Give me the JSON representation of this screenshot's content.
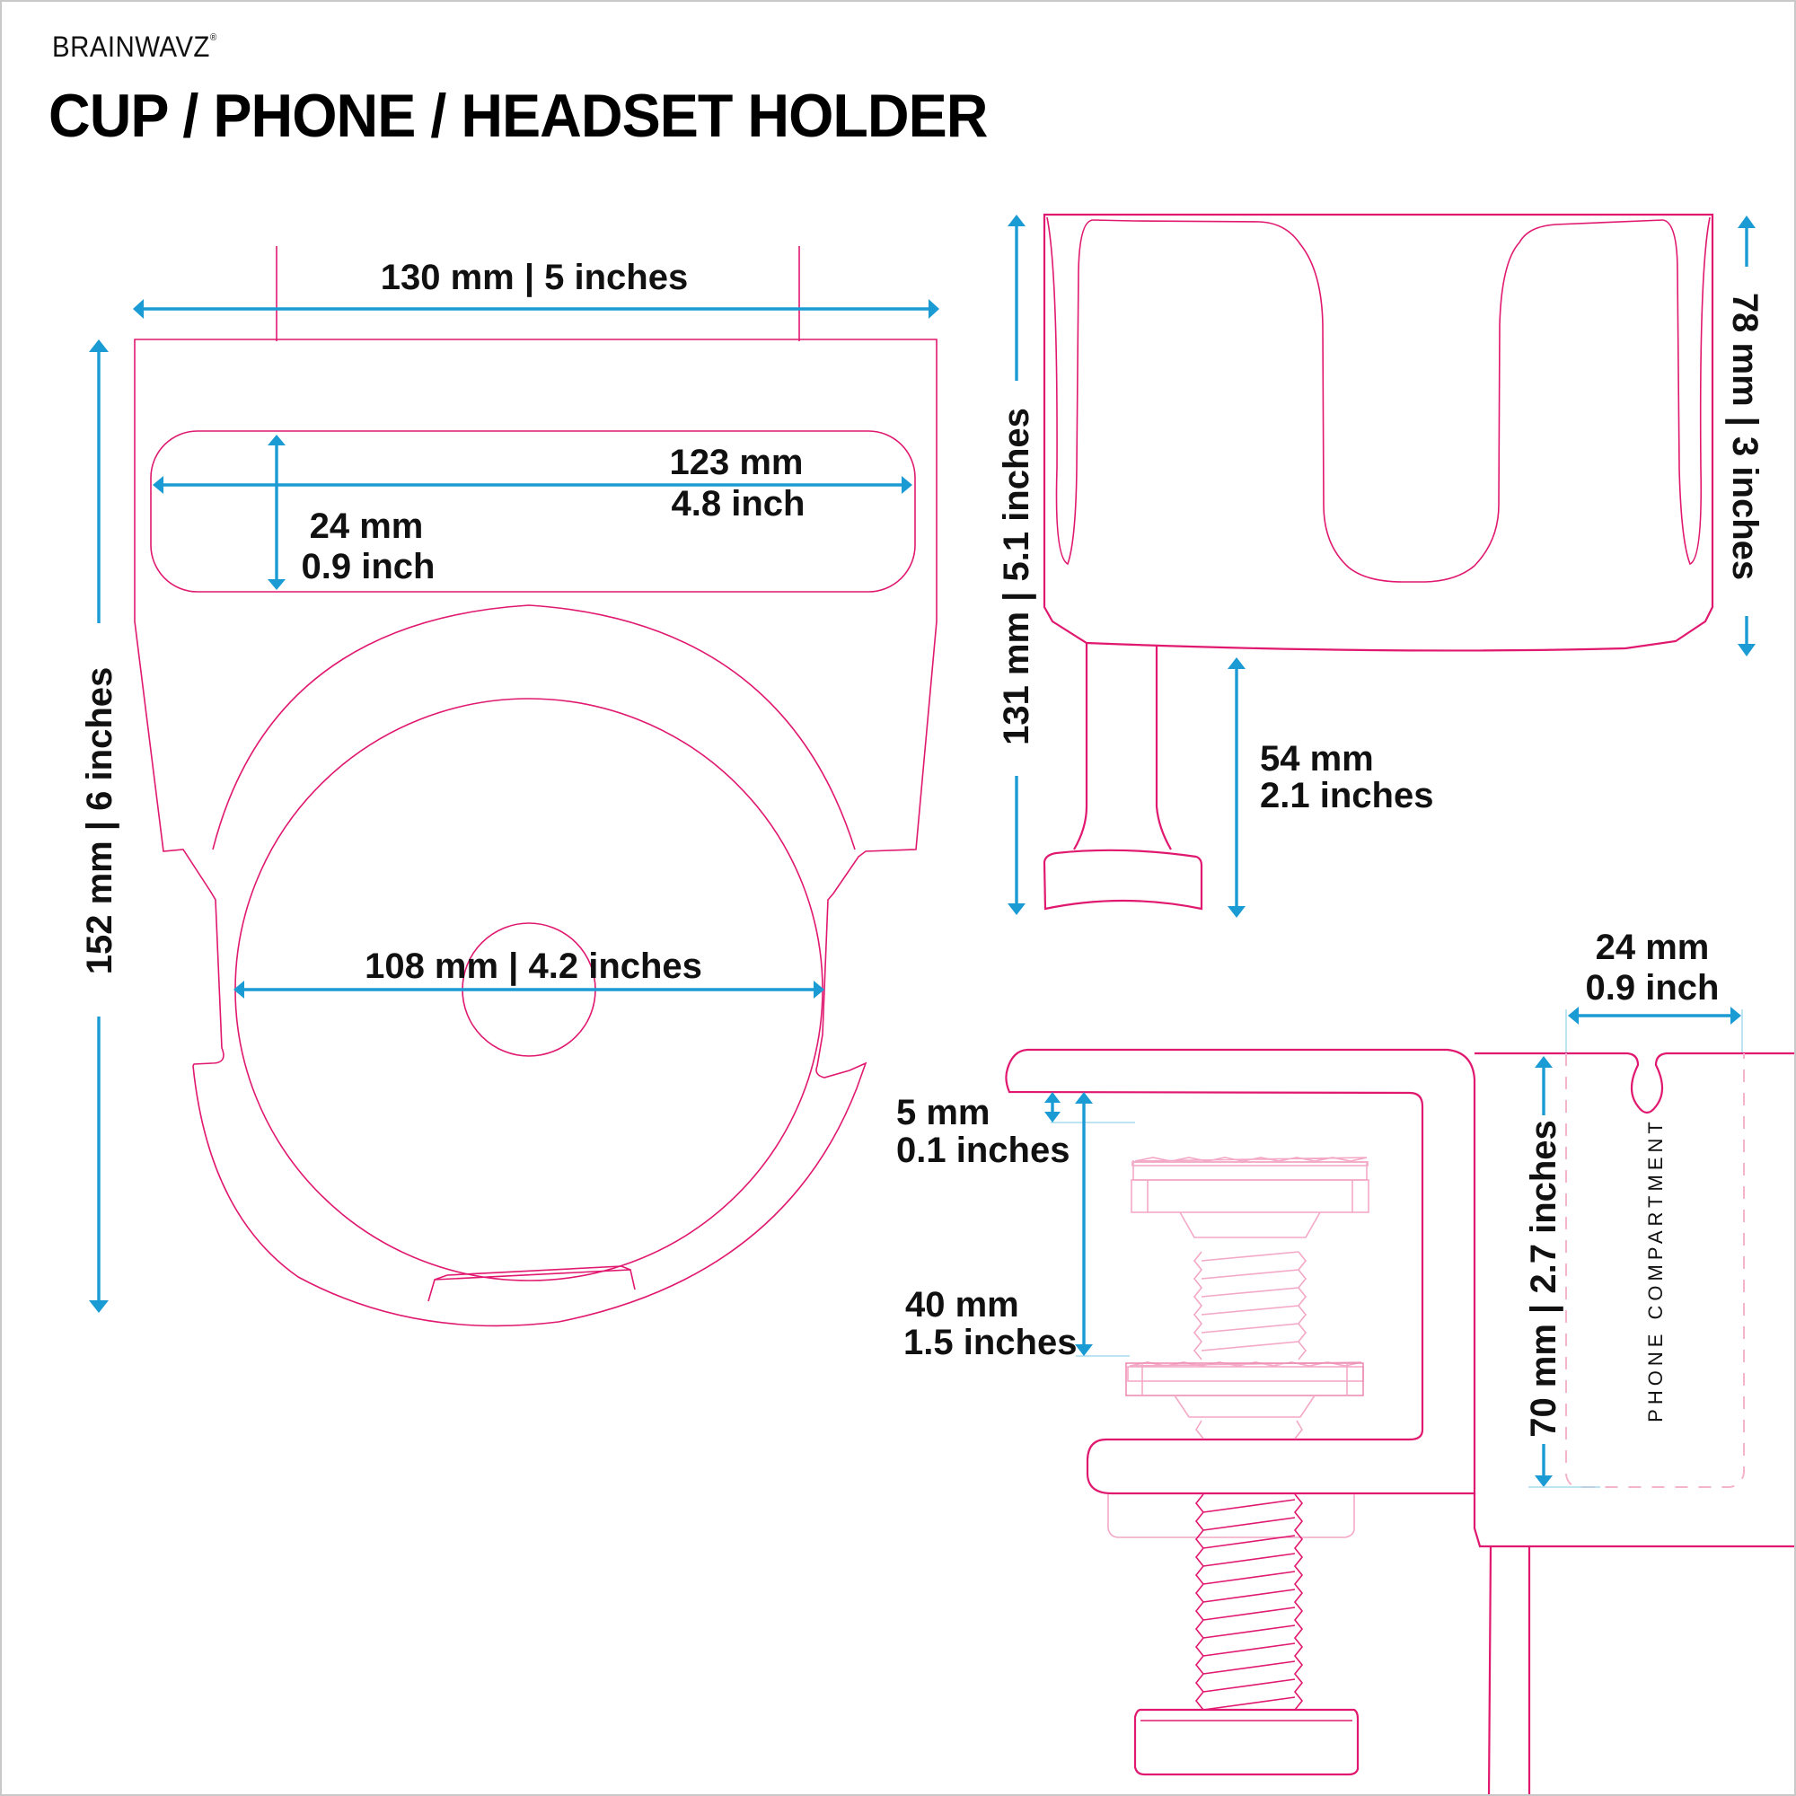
{
  "header": {
    "brand": "BRAINWAVZ",
    "brand_mark": "®",
    "title": "CUP / PHONE / HEADSET HOLDER"
  },
  "colors": {
    "outline": "#e0186f",
    "dimension": "#1b9bd4",
    "text": "#111111",
    "background": "#ffffff"
  },
  "top_view": {
    "width_label": "130 mm | 5 inches",
    "height_label": "152 mm  |  6 inches",
    "slot_length_mm": "123 mm",
    "slot_length_in": "4.8 inch",
    "slot_width_mm": "24 mm",
    "slot_width_in": "0.9 inch",
    "cup_diameter_label": "108 mm | 4.2 inches"
  },
  "side_view": {
    "total_height_label": "131 mm  |  5.1 inches",
    "cup_height_label": "78 mm | 3 inches",
    "hook_length_mm": "54 mm",
    "hook_length_in": "2.1 inches"
  },
  "clamp_view": {
    "jaw_gap_mm": "5 mm",
    "jaw_gap_in": "0.1 inches",
    "clamp_range_mm": "40 mm",
    "clamp_range_in": "1.5 inches",
    "compartment_width_mm": "24 mm",
    "compartment_width_in": "0.9 inch",
    "compartment_height_label": "70 mm  |  2.7 inches",
    "compartment_label": "PHONE COMPARTMENT"
  }
}
